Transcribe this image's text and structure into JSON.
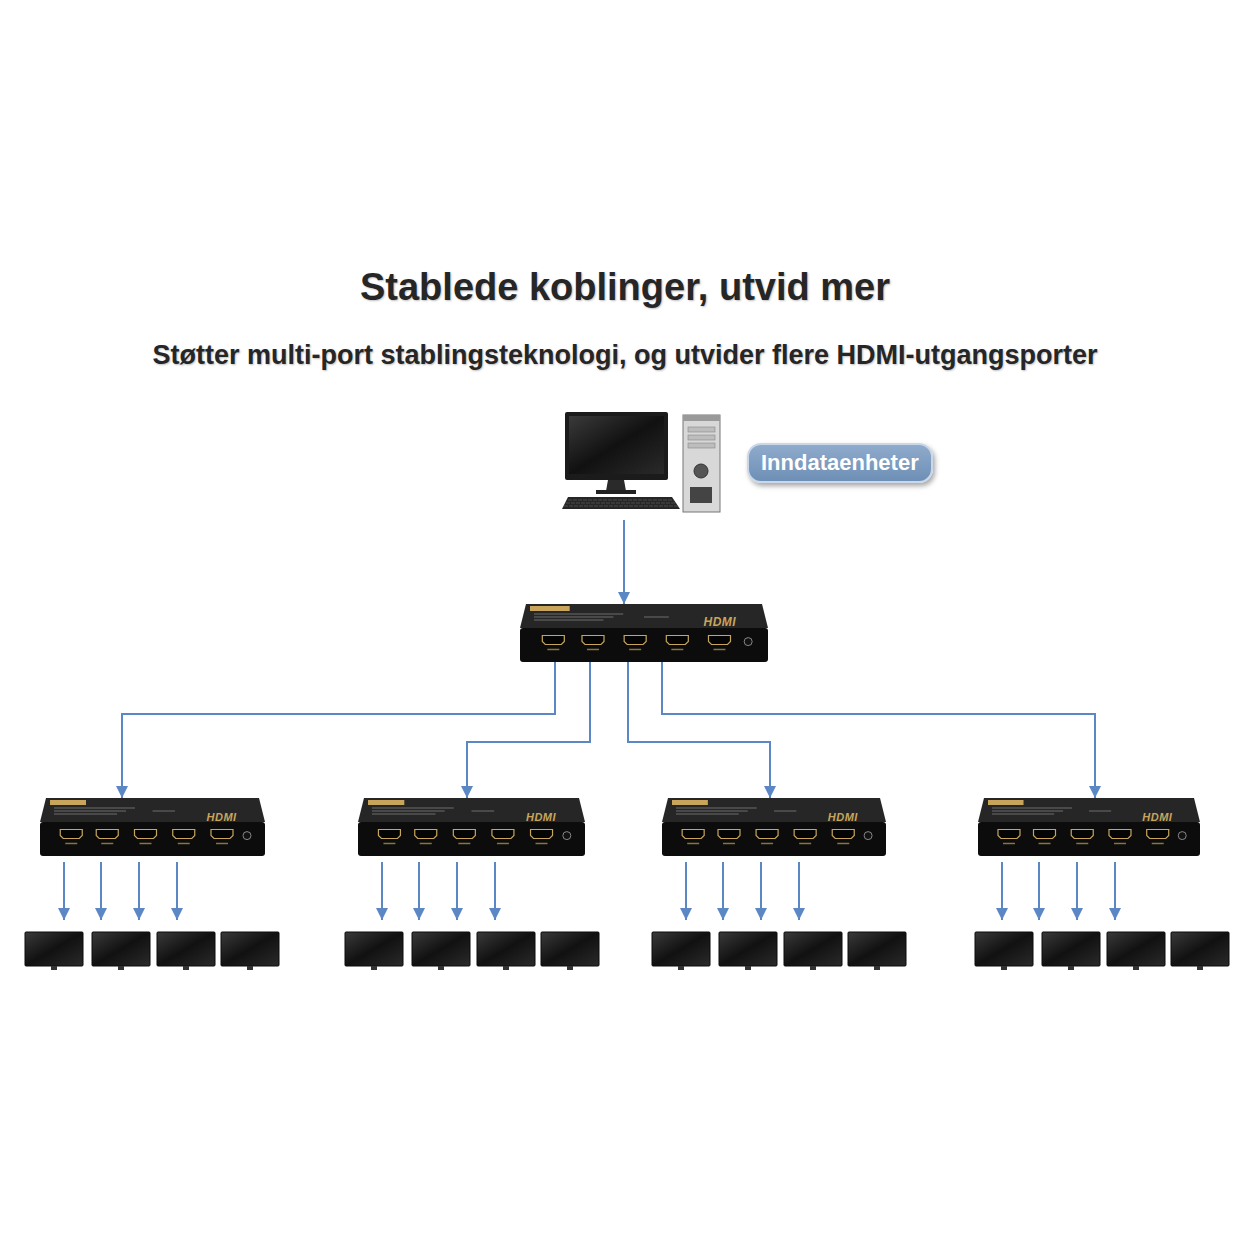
{
  "diagram": {
    "title": "Stablede koblinger, utvid mer",
    "nodes": [
      {
        "text": [
          "Inndataenheter"
        ]
      },
      {
        "text": [
          "HDMI"
        ]
      },
      {
        "text": [
          "HDMI"
        ]
      },
      {
        "text": [
          "HDMI"
        ]
      },
      {
        "text": [
          "HDMI"
        ]
      },
      {
        "text": [
          "HDMI"
        ]
      }
    ],
    "edges": [
      {
        "from": 0,
        "to": 1,
        "arrow": "to"
      },
      {
        "from": 1,
        "to": 2,
        "arrow": "to"
      },
      {
        "from": 1,
        "to": 3,
        "arrow": "to"
      },
      {
        "from": 1,
        "to": 4,
        "arrow": "to"
      },
      {
        "from": 1,
        "to": 5,
        "arrow": "to"
      }
    ],
    "labels": [
      "Støtter multi-port stablingsteknologi, og utvider flere HDMI-utgangsporter"
    ]
  }
}
